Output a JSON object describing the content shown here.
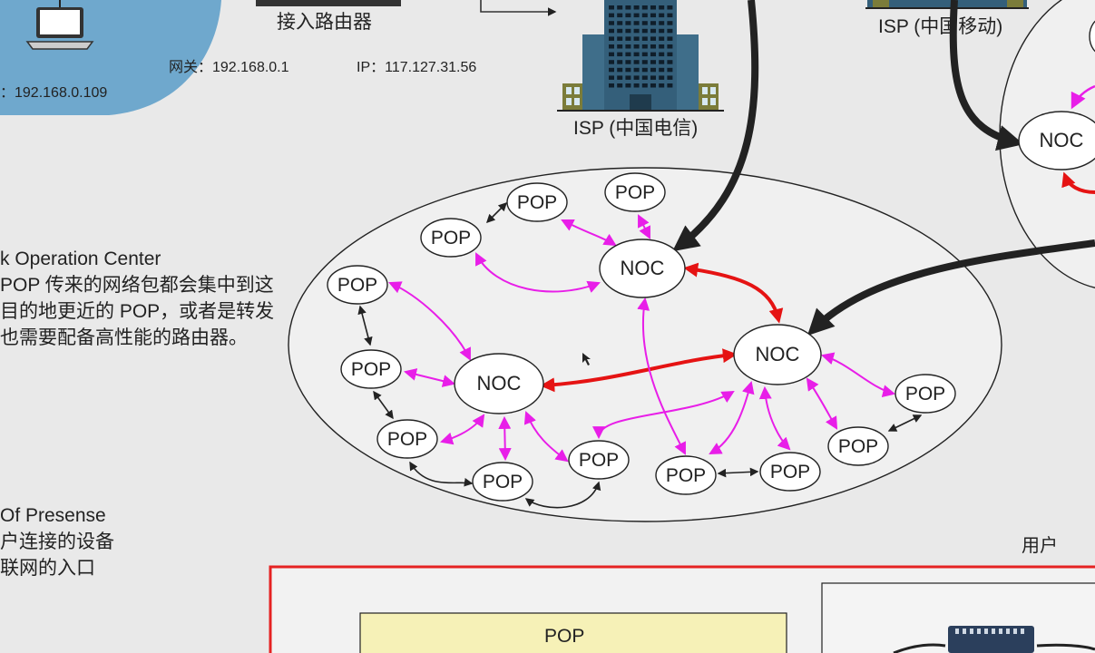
{
  "top": {
    "router_label": "接入路由器",
    "gateway": "网关：192.168.0.1",
    "ip": "IP：117.127.31.56",
    "laptop_ip": "：192.168.0.109",
    "isp_telecom": "ISP (中国电信)",
    "isp_mobile": "ISP (中国移动)"
  },
  "notes": {
    "noc_lines": [
      "k Operation Center",
      "POP 传来的网络包都会集中到这",
      "目的地更近的 POP，或者是转发",
      "也需要配备高性能的路由器。"
    ],
    "pop_lines": [
      "Of Presense",
      "户连接的设备",
      "联网的入口"
    ]
  },
  "network": {
    "noc_label": "NOC",
    "pop_label": "POP"
  },
  "bottom": {
    "user_label": "用户",
    "pop_box_label": "POP"
  },
  "colors": {
    "magenta": "#e81ee8",
    "red": "#e51313",
    "dark": "#222222",
    "lan_blue": "#6fa8cd",
    "pop_box": "#f6f1b7",
    "frame_red": "#e52222"
  }
}
